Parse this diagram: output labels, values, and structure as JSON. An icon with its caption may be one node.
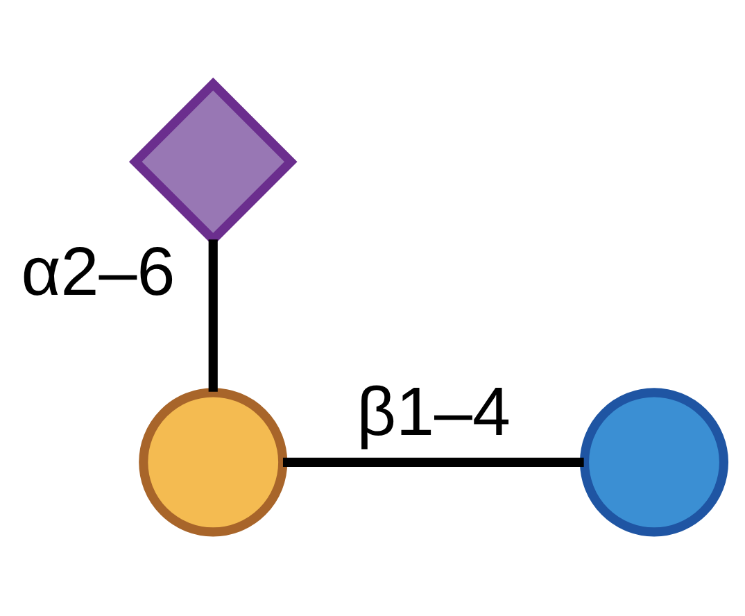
{
  "diagram": {
    "nodes": [
      {
        "text": [],
        "shape": "diamond"
      },
      {
        "text": [],
        "shape": "circle"
      },
      {
        "text": [],
        "shape": "circle"
      }
    ],
    "edges": [
      {
        "from": 0,
        "to": 1,
        "arrow": "none",
        "label": "α2–6"
      },
      {
        "from": 1,
        "to": 2,
        "arrow": "none",
        "label": "β1–4"
      }
    ]
  }
}
